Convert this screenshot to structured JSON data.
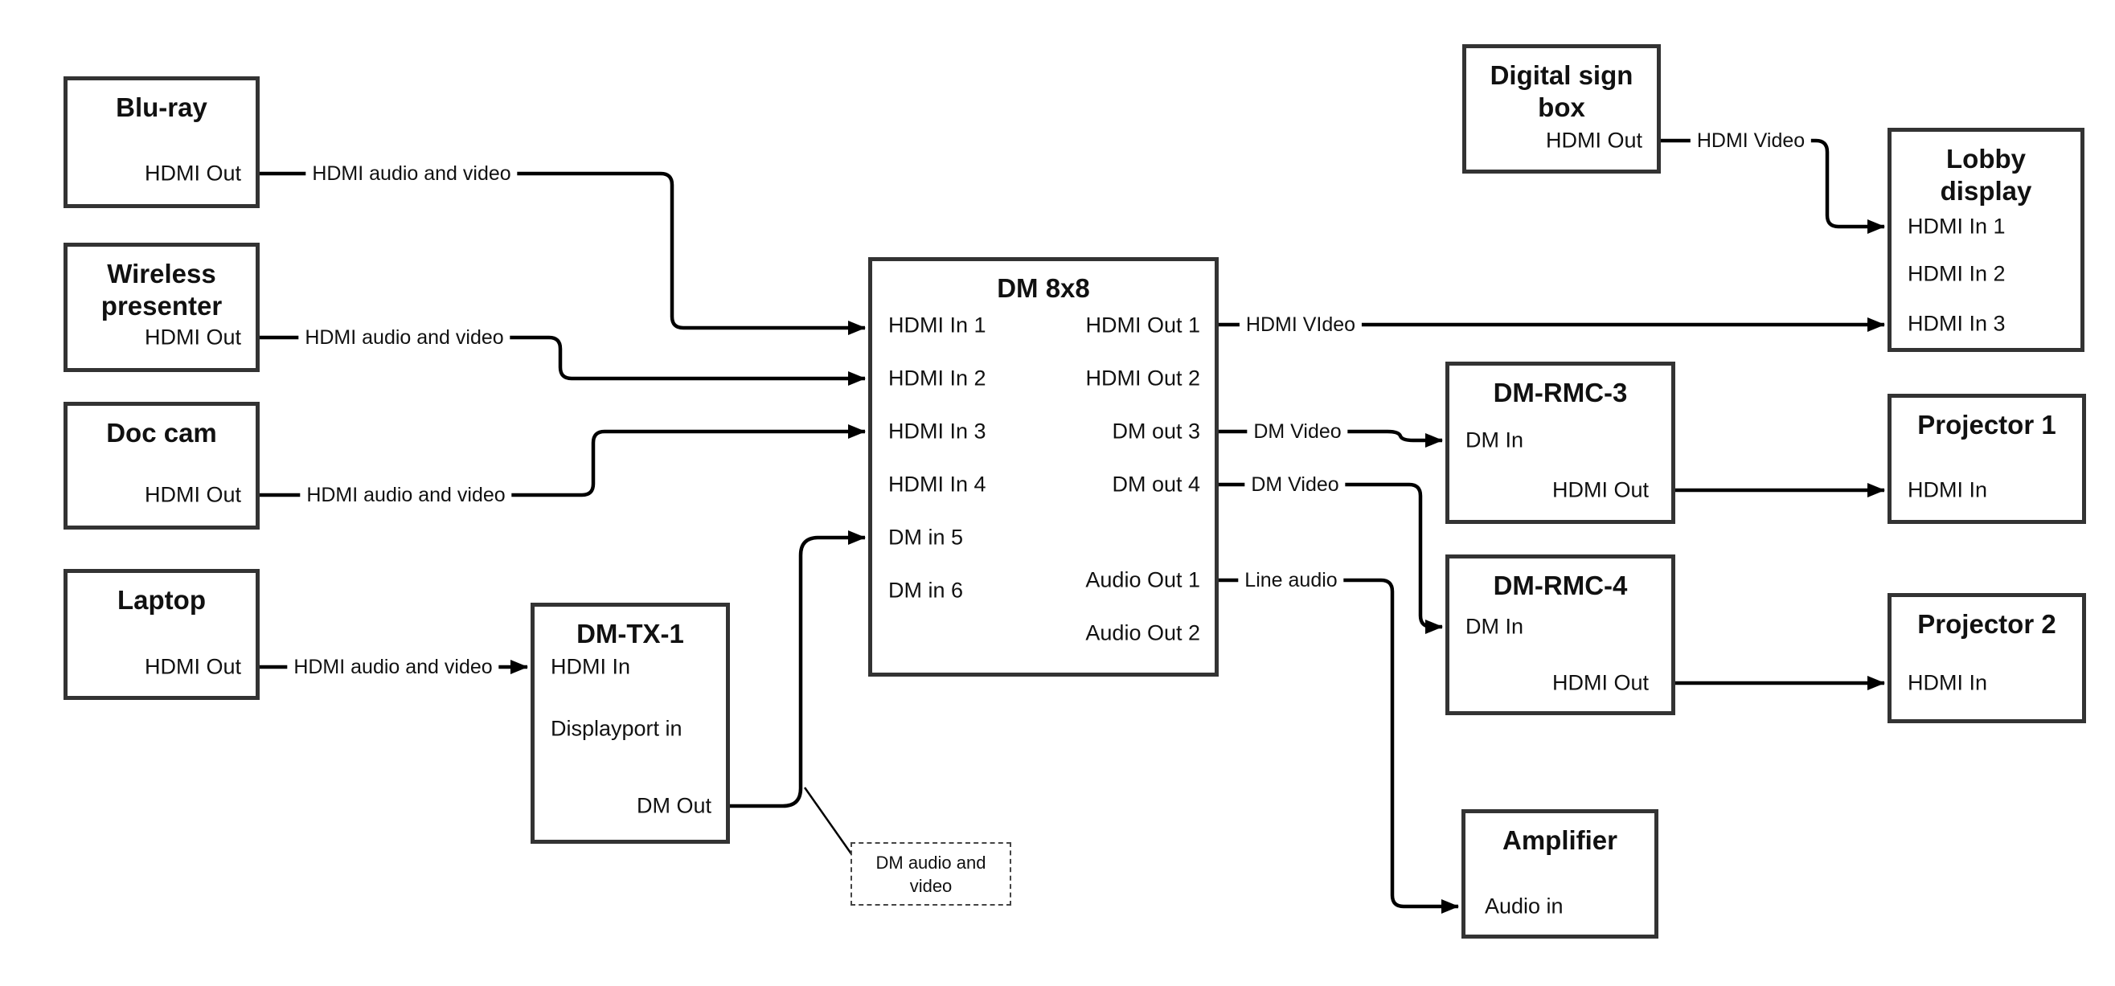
{
  "colors": {
    "background": "#ffffff",
    "box_border": "#333333",
    "wire": "#000000",
    "text": "#111111"
  },
  "nodes": {
    "blu_ray": {
      "title": "Blu-ray",
      "port_hdmi_out": "HDMI Out"
    },
    "wireless_presenter": {
      "title": "Wireless presenter",
      "port_hdmi_out": "HDMI Out"
    },
    "doc_cam": {
      "title": "Doc cam",
      "port_hdmi_out": "HDMI Out"
    },
    "laptop": {
      "title": "Laptop",
      "port_hdmi_out": "HDMI Out"
    },
    "dm_tx_1": {
      "title": "DM-TX-1",
      "port_hdmi_in": "HDMI In",
      "port_displayport_in": "Displayport in",
      "port_dm_out": "DM Out"
    },
    "dm_8x8": {
      "title": "DM 8x8",
      "inputs": [
        "HDMI In 1",
        "HDMI In 2",
        "HDMI In 3",
        "HDMI In 4",
        "DM in 5",
        "DM in 6"
      ],
      "outputs": [
        "HDMI Out 1",
        "HDMI Out 2",
        "DM out 3",
        "DM out 4",
        "Audio Out 1",
        "Audio Out 2"
      ]
    },
    "digital_sign_box": {
      "title": "Digital sign box",
      "port_hdmi_out": "HDMI Out"
    },
    "lobby_display": {
      "title": "Lobby display",
      "inputs": [
        "HDMI In 1",
        "HDMI In 2",
        "HDMI In 3"
      ]
    },
    "dm_rmc_3": {
      "title": "DM-RMC-3",
      "port_dm_in": "DM In",
      "port_hdmi_out": "HDMI Out"
    },
    "projector_1": {
      "title": "Projector 1",
      "port_hdmi_in": "HDMI In"
    },
    "dm_rmc_4": {
      "title": "DM-RMC-4",
      "port_dm_in": "DM In",
      "port_hdmi_out": "HDMI Out"
    },
    "projector_2": {
      "title": "Projector 2",
      "port_hdmi_in": "HDMI In"
    },
    "amplifier": {
      "title": "Amplifier",
      "port_audio_in": "Audio in"
    }
  },
  "wire_labels": {
    "blu_ray_to_switcher": "HDMI audio and video",
    "wireless_to_switcher": "HDMI audio and video",
    "doc_cam_to_switcher": "HDMI audio and video",
    "laptop_to_tx": "HDMI audio and video",
    "hdmi_out_1_to_lobby": "HDMI VIdeo",
    "dm_out_3_to_rmc3": "DM Video",
    "dm_out_4_to_rmc4": "DM Video",
    "audio_out_1_to_amp": "Line audio",
    "sign_box_to_lobby": "HDMI Video"
  },
  "annotation": {
    "note": "DM audio and video"
  }
}
